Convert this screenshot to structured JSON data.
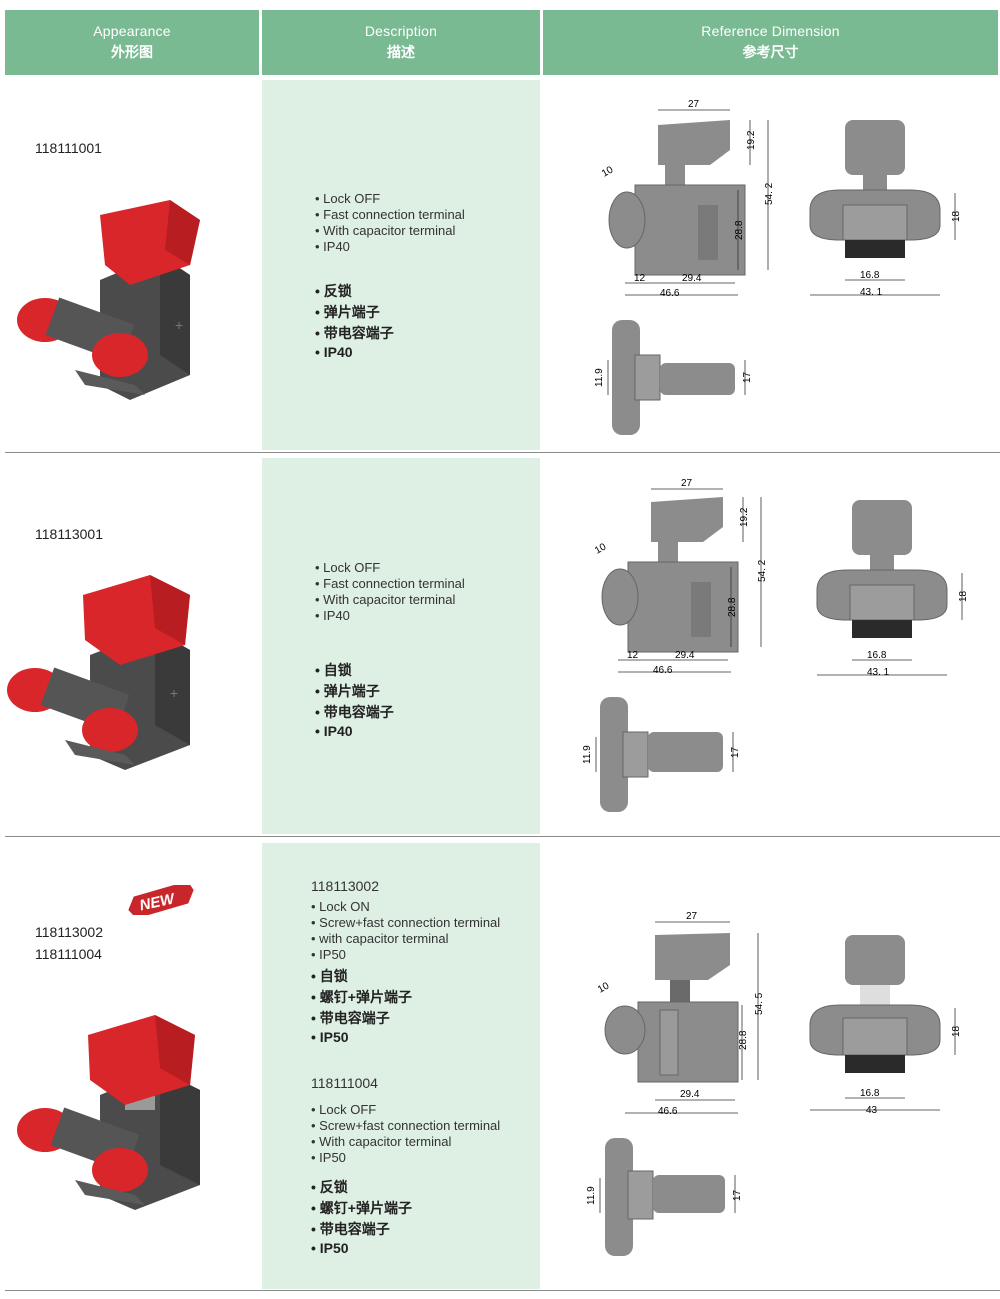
{
  "header": {
    "appearance_en": "Appearance",
    "appearance_cn": "外形图",
    "description_en": "Description",
    "description_cn": "描述",
    "reference_en": "Reference Dimension",
    "reference_cn": "参考尺寸"
  },
  "rows": [
    {
      "codes": [
        "118111001"
      ],
      "desc": [
        "• Lock OFF",
        "• Fast connection terminal",
        "• With capacitor terminal",
        "• IP40"
      ],
      "desc_cn": [
        "• 反锁",
        "• 弹片端子",
        "• 带电容端子",
        "• IP40"
      ],
      "dims": {
        "top": "27",
        "height_trigger": "19.2",
        "total": "54. 2",
        "angle": "10",
        "body": "28.8",
        "offset": "12",
        "inner": "29.4",
        "length": "46.6",
        "front_h": "18",
        "front_inner": "16.8",
        "front_w": "43. 1",
        "side_a": "11.9",
        "side_b": "17"
      }
    },
    {
      "codes": [
        "118113001"
      ],
      "desc": [
        "• Lock OFF",
        "• Fast connection terminal",
        "• With capacitor terminal",
        "• IP40"
      ],
      "desc_cn": [
        "• 自锁",
        "• 弹片端子",
        "• 带电容端子",
        "• IP40"
      ],
      "dims": {
        "top": "27",
        "height_trigger": "19.2",
        "total": "54. 2",
        "angle": "10",
        "body": "28.8",
        "offset": "12",
        "inner": "29.4",
        "length": "46.6",
        "front_h": "18",
        "front_inner": "16.8",
        "front_w": "43. 1",
        "side_a": "11.9",
        "side_b": "17"
      }
    },
    {
      "codes": [
        "118113002",
        "118111004"
      ],
      "badge": "NEW",
      "group1_title": "118113002",
      "desc": [
        "• Lock ON",
        "• Screw+fast connection terminal",
        "• with capacitor terminal",
        "• IP50"
      ],
      "desc_cn": [
        "• 自锁",
        "• 螺钉+弹片端子",
        "• 带电容端子",
        "• IP50"
      ],
      "group2_title": "118111004",
      "desc2": [
        "• Lock OFF",
        "• Screw+fast connection terminal",
        "• With capacitor terminal",
        "• IP50"
      ],
      "desc2_cn": [
        "• 反锁",
        "• 螺钉+弹片端子",
        "• 带电容端子",
        "• IP50"
      ],
      "dims": {
        "top": "27",
        "total": "54. 5",
        "angle": "10",
        "body": "28.8",
        "inner": "29.4",
        "length": "46.6",
        "front_h": "18",
        "front_inner": "16.8",
        "front_w": "43",
        "side_a": "11.9",
        "side_b": "17"
      }
    }
  ],
  "colors": {
    "header": "#7aba92",
    "desc_bg": "#deefe3",
    "switch_red": "#d9262b",
    "switch_body": "#4a4a4a",
    "drawing_gray": "#8c8c8c"
  }
}
